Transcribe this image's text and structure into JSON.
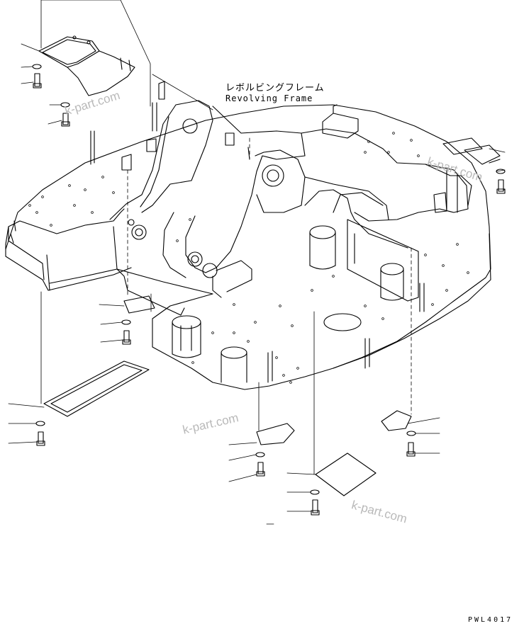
{
  "title": {
    "jp": "レボルビングフレーム",
    "en": "Revolving Frame"
  },
  "figure_code": "PWL4017",
  "watermark": "k-part.com",
  "colors": {
    "line": "#000000",
    "background": "#ffffff",
    "watermark": "#b9b9b9"
  }
}
